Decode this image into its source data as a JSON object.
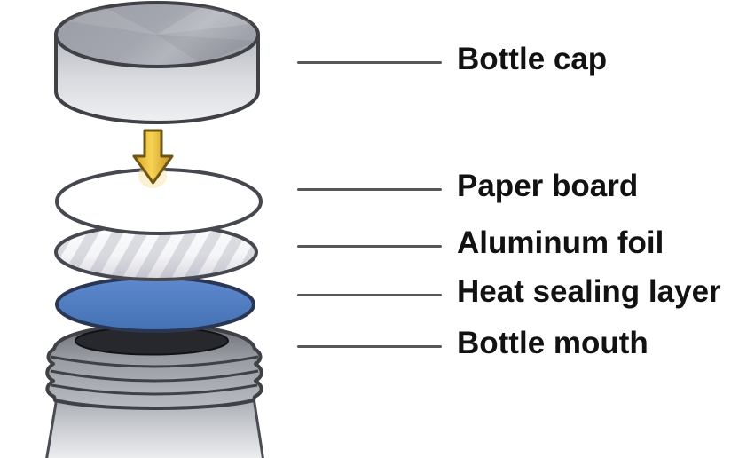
{
  "labels": [
    {
      "text": "Bottle cap"
    },
    {
      "text": "Paper board"
    },
    {
      "text": "Aluminum foil"
    },
    {
      "text": "Heat sealing layer"
    },
    {
      "text": "Bottle mouth"
    }
  ],
  "colors": {
    "background": "#ffffff",
    "label_text": "#121212",
    "leader_line": "#55575a",
    "outline": "#3f4147",
    "paper_board": "#ffffff",
    "heat_seal_blue": "#4d7cc3",
    "arrow_gold": "#e8b82e",
    "bottle_opening": "#26282e",
    "cap_gray": "#a2a4ad"
  }
}
